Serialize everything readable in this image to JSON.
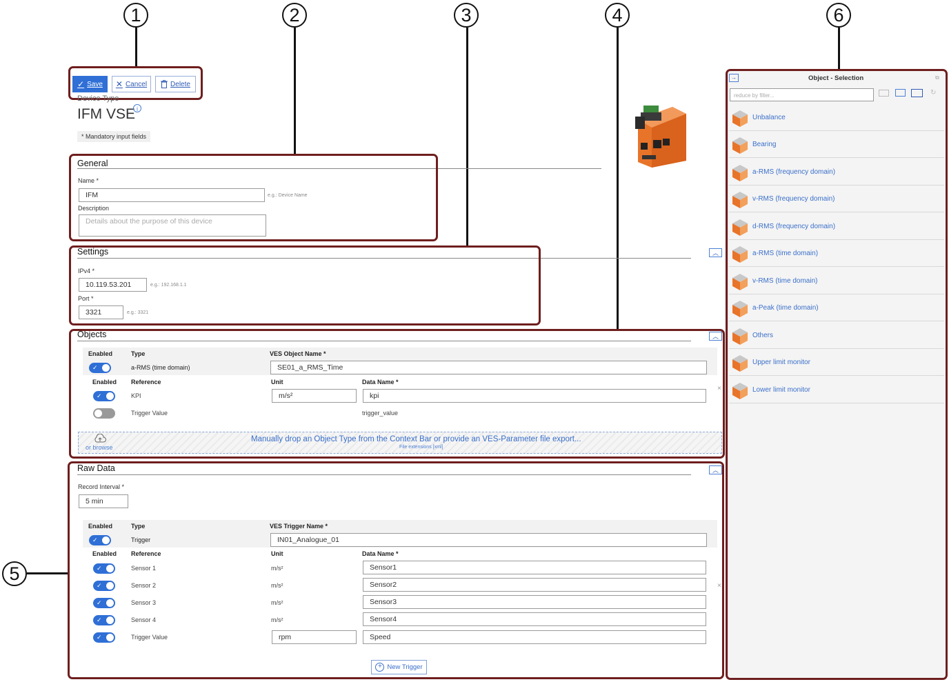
{
  "callouts": [
    "1",
    "2",
    "3",
    "4",
    "5",
    "6"
  ],
  "toolbar": {
    "save_label": "Save",
    "cancel_label": "Cancel",
    "delete_label": "Delete",
    "icons": {
      "save": "check-icon",
      "cancel": "close-icon",
      "delete": "trash-icon"
    }
  },
  "header": {
    "device_type_label": "Device Type",
    "title": "IFM VSE",
    "mandatory_note": "* Mandatory input fields"
  },
  "general": {
    "title": "General",
    "name_label": "Name *",
    "name_value": "IFM",
    "name_hint": "e.g.: Device Name",
    "description_label": "Description",
    "description_placeholder": "Details about the purpose of this device"
  },
  "settings": {
    "title": "Settings",
    "ipv4_label": "IPv4 *",
    "ipv4_value": "10.119.53.201",
    "ipv4_hint": "e.g.: 192.168.1.1",
    "port_label": "Port *",
    "port_value": "3321",
    "port_hint": "e.g.: 3321"
  },
  "objects": {
    "title": "Objects",
    "col_enabled": "Enabled",
    "col_type": "Type",
    "col_ves_object_name": "VES Object Name *",
    "row_type": "a-RMS (time domain)",
    "row_ves_name": "SE01_a_RMS_Time",
    "sub_enabled": "Enabled",
    "sub_reference": "Reference",
    "sub_unit": "Unit",
    "sub_data_name": "Data Name *",
    "kpi_ref": "KPI",
    "kpi_unit": "m/s²",
    "kpi_data": "kpi",
    "trigger_ref": "Trigger Value",
    "trigger_data": "trigger_value",
    "drop_browse": "or browse",
    "drop_text": "Manually drop an Object Type from the Context Bar or provide an VES-Parameter file export...",
    "drop_ext": "File extensions [xml]"
  },
  "raw_data": {
    "title": "Raw Data",
    "record_interval_label": "Record Interval *",
    "record_interval_value": "5 min",
    "col_enabled": "Enabled",
    "col_type": "Type",
    "col_ves_trigger_name": "VES Trigger Name *",
    "trigger_type": "Trigger",
    "trigger_name": "IN01_Analogue_01",
    "sub_enabled": "Enabled",
    "sub_reference": "Reference",
    "sub_unit": "Unit",
    "sub_data_name": "Data Name *",
    "rows": [
      {
        "ref": "Sensor 1",
        "unit": "m/s²",
        "data": "Sensor1"
      },
      {
        "ref": "Sensor 2",
        "unit": "m/s²",
        "data": "Sensor2"
      },
      {
        "ref": "Sensor 3",
        "unit": "m/s²",
        "data": "Sensor3"
      },
      {
        "ref": "Sensor 4",
        "unit": "m/s²",
        "data": "Sensor4"
      }
    ],
    "trigger_value_ref": "Trigger Value",
    "trigger_value_unit": "rpm",
    "trigger_value_data": "Speed",
    "new_trigger_label": "New Trigger"
  },
  "object_selection": {
    "title": "Object - Selection",
    "filter_placeholder": "reduce by filter...",
    "items": [
      "Unbalance",
      "Bearing",
      "a-RMS (frequency domain)",
      "v-RMS (frequency domain)",
      "d-RMS (frequency domain)",
      "a-RMS (time domain)",
      "v-RMS (time domain)",
      "a-Peak (time domain)",
      "Others",
      "Upper limit monitor",
      "Lower limit monitor"
    ]
  },
  "colors": {
    "accent": "#2f6fd6",
    "highlight_border": "#6e1e1e",
    "device_orange": "#e8742a",
    "link_blue": "#3a6fc9"
  }
}
